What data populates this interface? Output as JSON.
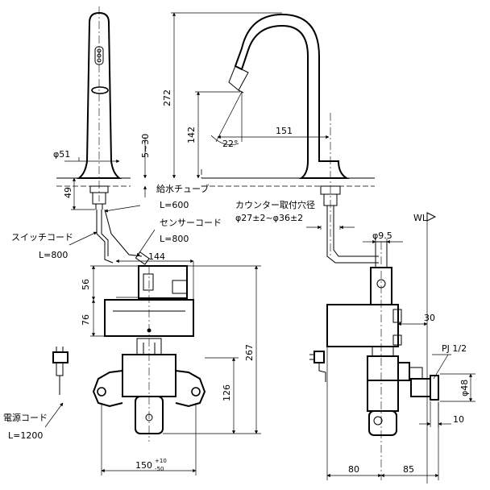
{
  "dimensions": {
    "d272": "272",
    "d142": "142",
    "d151": "151",
    "d22": "22°",
    "d30a": "5~30",
    "dphi51": "φ51",
    "d49": "49",
    "d144": "144",
    "d56": "56",
    "d76": "76",
    "d267": "267",
    "d126": "126",
    "d150": "150",
    "d150_tol_plus": "+10",
    "d150_tol_minus": "-50",
    "dphi95": "φ9.5",
    "d30b": "30",
    "dphi48": "φ48",
    "d10": "10",
    "d80": "80",
    "d85": "85"
  },
  "labels": {
    "supply_tube": "給水チューブ",
    "supply_len": "L=600",
    "sensor_cord": "センサーコード",
    "sensor_len": "L=800",
    "switch_cord": "スイッチコード",
    "switch_len": "L=800",
    "power_cord": "電源コード",
    "power_len": "L=1200",
    "counter_hole": "カウンター取付穴径",
    "counter_dia": "φ27±2~φ36±2",
    "wl": "WL",
    "pj": "PJ 1/2"
  }
}
